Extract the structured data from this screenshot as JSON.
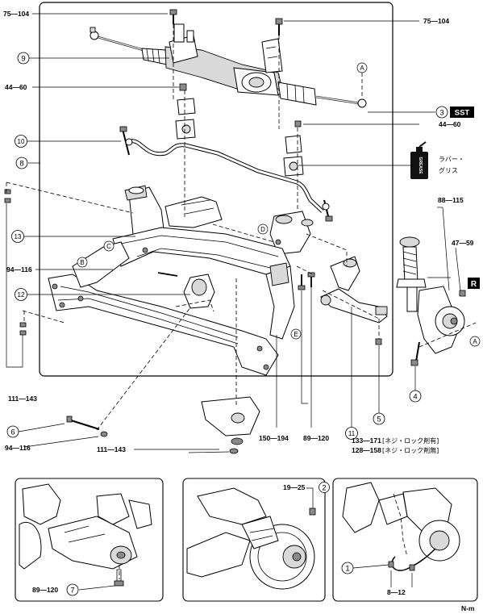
{
  "torques": {
    "t75_104_left": "75—104",
    "t75_104_right": "75—104",
    "t44_60_left": "44—60",
    "t44_60_right": "44—60",
    "t88_115": "88—115",
    "t47_59": "47—59",
    "t94_116_mid": "94—116",
    "t94_116_bottom": "94—116",
    "t111_143_left": "111—143",
    "t111_143_bottom": "111—143",
    "t150_194": "150—194",
    "t89_120_main": "89—120",
    "t133_171": "133—171",
    "t128_158": "128—158",
    "t19_25": "19—25",
    "t89_120_inset": "89—120",
    "t8_12": "8—12"
  },
  "notes": {
    "lock_with": "[ネジ・ロック剤有]",
    "lock_without": "[ネジ・ロック剤無]",
    "rubber_grease_1": "ラバー・",
    "rubber_grease_2": "グリス",
    "grease_can": "GREASE",
    "sst": "SST",
    "r_badge": "R",
    "footer": "N-m"
  },
  "callouts": {
    "c1": "1",
    "c2": "2",
    "c3": "3",
    "c4": "4",
    "c5": "5",
    "c6": "6",
    "c7": "7",
    "c8": "8",
    "c9": "9",
    "c10": "10",
    "c11": "11",
    "c12": "12",
    "c13": "13"
  },
  "letters": {
    "A": "A",
    "B": "B",
    "C": "C",
    "D": "D",
    "E": "E"
  }
}
